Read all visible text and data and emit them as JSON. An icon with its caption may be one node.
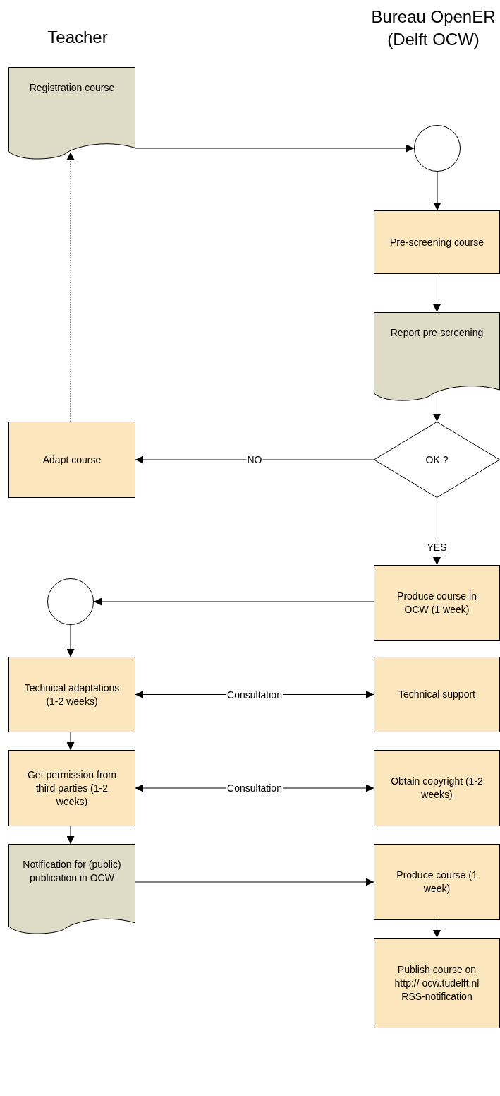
{
  "diagram": {
    "nodes": [
      {
        "text": [
          "Registration course"
        ]
      },
      {
        "text": [],
        "shape": "circle"
      },
      {
        "text": [
          "Pre-screening course"
        ]
      },
      {
        "text": [
          "Report pre-screening"
        ]
      },
      {
        "text": [
          "OK ?"
        ]
      },
      {
        "text": [
          "Adapt course"
        ]
      },
      {
        "text": [
          "Produce course in OCW (1 week)"
        ]
      },
      {
        "text": [],
        "shape": "circle"
      },
      {
        "text": [
          "Technical adaptations (1-2 weeks)"
        ]
      },
      {
        "text": [
          "Technical support"
        ]
      },
      {
        "text": [
          "Get permission from third parties (1-2 weeks)"
        ]
      },
      {
        "text": [
          "Obtain copyright (1-2 weeks)"
        ]
      },
      {
        "text": [
          "Notification for (public) publication in OCW"
        ]
      },
      {
        "text": [
          "Produce course (1 week)"
        ]
      },
      {
        "text": [
          "Publish course on http:// ocw.tudelft.nl RSS-notification"
        ]
      }
    ],
    "edges": [
      {
        "from": 0,
        "to": 1,
        "arrow": "to"
      },
      {
        "from": 1,
        "to": 2,
        "arrow": "to"
      },
      {
        "from": 2,
        "to": 3,
        "arrow": "to"
      },
      {
        "from": 3,
        "to": 4,
        "arrow": "to"
      },
      {
        "from": 4,
        "to": 5,
        "arrow": "to",
        "label": "NO"
      },
      {
        "from": 5,
        "to": 0,
        "arrow": "to",
        "style": "dashed"
      },
      {
        "from": 4,
        "to": 6,
        "arrow": "to",
        "label": "YES"
      },
      {
        "from": 6,
        "to": 7,
        "arrow": "to"
      },
      {
        "from": 7,
        "to": 8,
        "arrow": "to"
      },
      {
        "from": 8,
        "to": 9,
        "arrow": "both",
        "label": "Consultation"
      },
      {
        "from": 8,
        "to": 10,
        "arrow": "to"
      },
      {
        "from": 10,
        "to": 11,
        "arrow": "both",
        "label": "Consultation"
      },
      {
        "from": 10,
        "to": 12,
        "arrow": "to"
      },
      {
        "from": 12,
        "to": 13,
        "arrow": "to"
      },
      {
        "from": 13,
        "to": 14,
        "arrow": "to"
      }
    ],
    "labels": [
      "Teacher",
      "Bureau OpenER (Delft OCW)"
    ]
  }
}
